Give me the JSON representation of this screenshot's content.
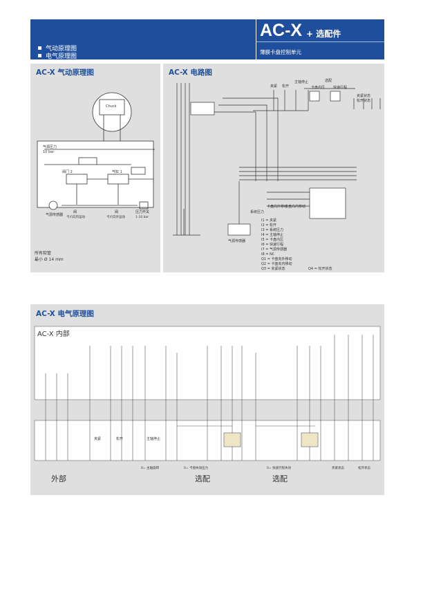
{
  "header": {
    "toc": [
      "气动原理图",
      "电气原理图"
    ],
    "product_title": "AC-X",
    "product_suffix": "+ 选配件",
    "product_subtitle": "薄膜卡盘控制单元"
  },
  "pneumatic": {
    "title": "AC-X 气动原理图",
    "chuck_label": "Chuck",
    "supply_pressure": "气源压力",
    "supply_value": "10 bar",
    "valve_a": "阀门 2",
    "valve_b": "气缸 1",
    "sensor": "气源传感器",
    "l1": "阀",
    "l1b": "卡爪向内运动",
    "l2": "阀",
    "l2b": "卡爪向外运动",
    "l3": "压力开关",
    "l3b": "1-10 bar",
    "tube_note": "所有软管",
    "tube_size": "最小 Ø 14 mm"
  },
  "circuit": {
    "title": "AC-X 电路图",
    "top_labels": [
      "夹紧",
      "松开",
      "主轴停止"
    ],
    "option_label": "选配",
    "option_items": [
      "卡盘内压",
      "快速行程"
    ],
    "right_labels": [
      "夹紧状态",
      "松开状态"
    ],
    "mid_labels": [
      "卡盘向外移动",
      "卡盘向内移动"
    ],
    "sys_pressure": "系统压力",
    "pressure_sensor": "气源传感器",
    "legend": [
      "I1 = 夹紧",
      "I2 = 松开",
      "I3 = 系统压力",
      "I4 = 主轴停止",
      "I5 = 卡盘内压",
      "I6 = 快速行程",
      "I7 = 气源传感器",
      "I8 = NC",
      "Q1 = 卡盘向外移动",
      "Q2 = 卡盘向内移动",
      "Q3 = 夹紧状态",
      "Q4 = 松开状态"
    ]
  },
  "electrical": {
    "title": "AC-X 电气原理图",
    "inner_label": "AC-X 内部",
    "outer_label": "外部",
    "option_left": "选配",
    "option_right": "选配",
    "lbl_clamp": "夹紧",
    "lbl_release": "松开",
    "lbl_stop": "主轴停止",
    "lbl_stop_signal": "0= 主轴旋转",
    "lbl_pressure": "0= 卡盘失效压力",
    "lbl_rapid": "0= 快速行程失效",
    "lbl_clamped": "夹紧状态",
    "lbl_released": "松开状态"
  }
}
